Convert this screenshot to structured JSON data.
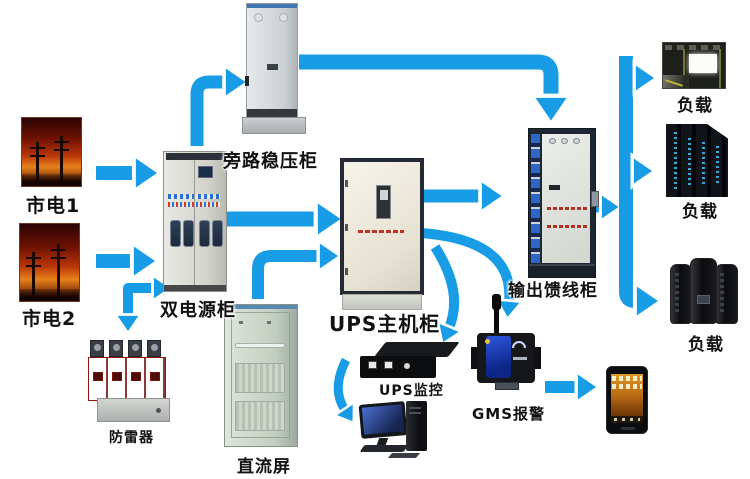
{
  "colors": {
    "arrow": "#189ce6",
    "background": "#ffffff",
    "label": "#111111"
  },
  "nodes": {
    "mains1": {
      "label": "市电1"
    },
    "mains2": {
      "label": "市电2"
    },
    "dual_power": {
      "label": "双电源柜"
    },
    "bypass": {
      "label": "旁路稳压柜"
    },
    "ups_main": {
      "label": "UPS主机柜"
    },
    "output_feeder": {
      "label": "输出馈线柜"
    },
    "dc_screen": {
      "label": "直流屏"
    },
    "arrester": {
      "label": "防雷器"
    },
    "ups_monitor": {
      "label": "UPS监控"
    },
    "gms_alarm": {
      "label": "GMS报警"
    },
    "load1": {
      "label": "负载"
    },
    "load2": {
      "label": "负载"
    },
    "load3": {
      "label": "负载"
    }
  },
  "connections": [
    {
      "from": "mains1",
      "to": "dual_power"
    },
    {
      "from": "mains2",
      "to": "dual_power"
    },
    {
      "from": "dual_power",
      "to": "arrester",
      "bidirectional": true
    },
    {
      "from": "dual_power",
      "to": "bypass"
    },
    {
      "from": "bypass",
      "to": "output_feeder"
    },
    {
      "from": "dual_power",
      "to": "ups_main"
    },
    {
      "from": "dc_screen",
      "to": "ups_main"
    },
    {
      "from": "ups_main",
      "to": "output_feeder"
    },
    {
      "from": "output_feeder",
      "to": "load1"
    },
    {
      "from": "output_feeder",
      "to": "load2"
    },
    {
      "from": "output_feeder",
      "to": "load3"
    },
    {
      "from": "ups_main",
      "to": "gms_alarm"
    },
    {
      "from": "ups_main",
      "to": "ups_monitor"
    },
    {
      "from": "ups_monitor",
      "to": "monitoring_pc"
    },
    {
      "from": "gms_alarm",
      "to": "mobile_phone"
    }
  ]
}
